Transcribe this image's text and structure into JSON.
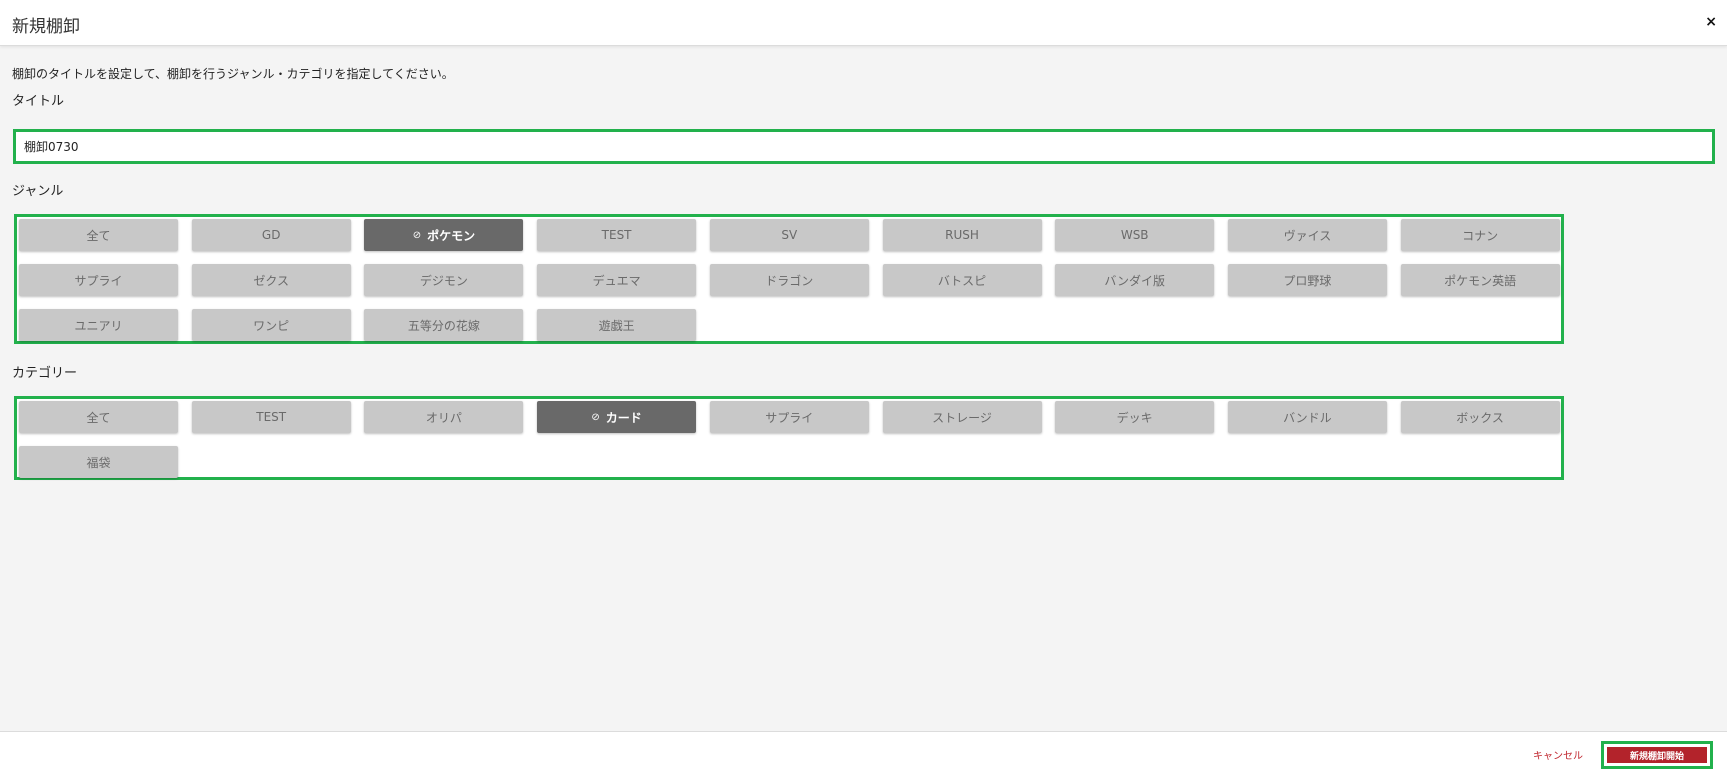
{
  "header": {
    "title": "新規棚卸",
    "close_label": "×"
  },
  "instruction": "棚卸のタイトルを設定して、棚卸を行うジャンル・カテゴリを指定してください。",
  "title_field": {
    "label": "タイトル",
    "value": "棚卸0730"
  },
  "genre": {
    "label": "ジャンル",
    "items": [
      {
        "label": "全て",
        "selected": false
      },
      {
        "label": "GD",
        "selected": false
      },
      {
        "label": "ポケモン",
        "selected": true
      },
      {
        "label": "TEST",
        "selected": false
      },
      {
        "label": "SV",
        "selected": false
      },
      {
        "label": "RUSH",
        "selected": false
      },
      {
        "label": "WSB",
        "selected": false
      },
      {
        "label": "ヴァイス",
        "selected": false
      },
      {
        "label": "コナン",
        "selected": false
      },
      {
        "label": "サプライ",
        "selected": false
      },
      {
        "label": "ゼクス",
        "selected": false
      },
      {
        "label": "デジモン",
        "selected": false
      },
      {
        "label": "デュエマ",
        "selected": false
      },
      {
        "label": "ドラゴン",
        "selected": false
      },
      {
        "label": "バトスピ",
        "selected": false
      },
      {
        "label": "バンダイ版",
        "selected": false
      },
      {
        "label": "プロ野球",
        "selected": false
      },
      {
        "label": "ポケモン英語",
        "selected": false
      },
      {
        "label": "ユニアリ",
        "selected": false
      },
      {
        "label": "ワンピ",
        "selected": false
      },
      {
        "label": "五等分の花嫁",
        "selected": false
      },
      {
        "label": "遊戯王",
        "selected": false
      }
    ]
  },
  "category": {
    "label": "カテゴリー",
    "items": [
      {
        "label": "全て",
        "selected": false
      },
      {
        "label": "TEST",
        "selected": false
      },
      {
        "label": "オリパ",
        "selected": false
      },
      {
        "label": "カード",
        "selected": true
      },
      {
        "label": "サプライ",
        "selected": false
      },
      {
        "label": "ストレージ",
        "selected": false
      },
      {
        "label": "デッキ",
        "selected": false
      },
      {
        "label": "バンドル",
        "selected": false
      },
      {
        "label": "ボックス",
        "selected": false
      },
      {
        "label": "福袋",
        "selected": false
      }
    ]
  },
  "footer": {
    "cancel_label": "キャンセル",
    "start_label": "新規棚卸開始"
  },
  "icons": {
    "selected_check": "⊘"
  },
  "colors": {
    "highlight_border": "#22b14c",
    "chip_bg": "#c8c8c8",
    "chip_selected_bg": "#696969",
    "primary_button": "#b3232b",
    "cancel_text": "#c0262e"
  }
}
